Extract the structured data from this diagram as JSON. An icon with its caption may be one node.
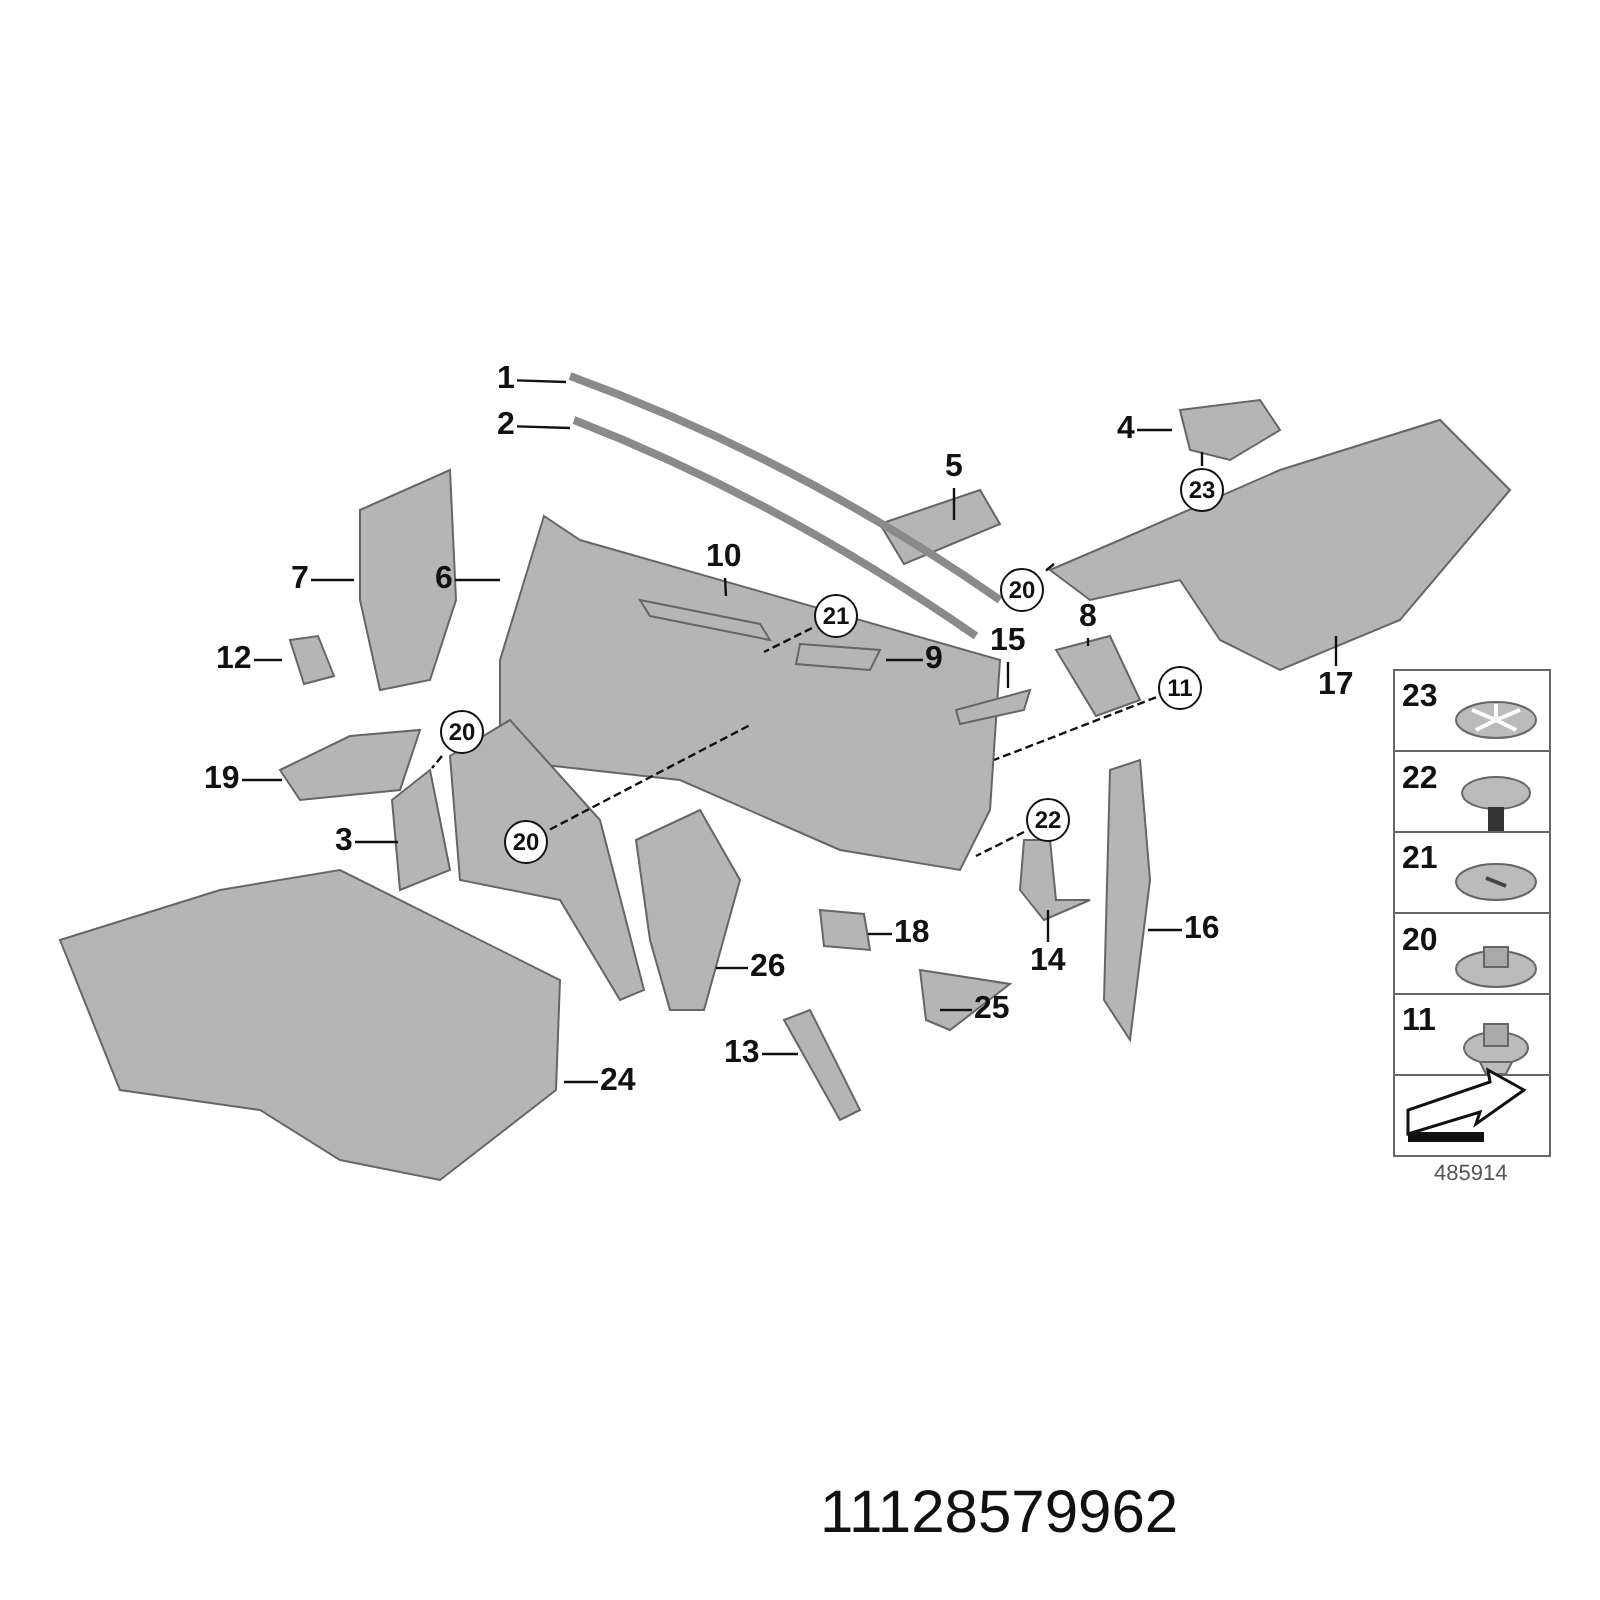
{
  "diagram": {
    "nodes": [
      {
        "text": [
          "1"
        ]
      },
      {
        "text": [
          "2"
        ]
      },
      {
        "text": [
          "5"
        ]
      },
      {
        "text": [
          "4"
        ]
      },
      {
        "text": [
          "23"
        ]
      },
      {
        "text": [
          "7"
        ]
      },
      {
        "text": [
          "6"
        ]
      },
      {
        "text": [
          "10"
        ]
      },
      {
        "text": [
          "21"
        ]
      },
      {
        "text": [
          "20"
        ]
      },
      {
        "text": [
          "8"
        ]
      },
      {
        "text": [
          "12"
        ]
      },
      {
        "text": [
          "9"
        ]
      },
      {
        "text": [
          "15"
        ]
      },
      {
        "text": [
          "11"
        ]
      },
      {
        "text": [
          "17"
        ]
      },
      {
        "text": [
          "20"
        ]
      },
      {
        "text": [
          "19"
        ]
      },
      {
        "text": [
          "3"
        ]
      },
      {
        "text": [
          "20"
        ]
      },
      {
        "text": [
          "22"
        ]
      },
      {
        "text": [
          "18"
        ]
      },
      {
        "text": [
          "14"
        ]
      },
      {
        "text": [
          "16"
        ]
      },
      {
        "text": [
          "26"
        ]
      },
      {
        "text": [
          "25"
        ]
      },
      {
        "text": [
          "24"
        ]
      },
      {
        "text": [
          "13"
        ]
      }
    ],
    "edges": [
      {
        "from": 0,
        "to": null,
        "arrow": "none"
      },
      {
        "from": 1,
        "to": null,
        "arrow": "none"
      },
      {
        "from": 2,
        "to": null,
        "arrow": "none"
      },
      {
        "from": 3,
        "to": null,
        "arrow": "none"
      },
      {
        "from": 4,
        "to": null,
        "arrow": "none"
      },
      {
        "from": 5,
        "to": null,
        "arrow": "none"
      },
      {
        "from": 6,
        "to": null,
        "arrow": "none"
      },
      {
        "from": 7,
        "to": null,
        "arrow": "none"
      },
      {
        "from": 8,
        "to": null,
        "arrow": "none",
        "style": "dashed"
      },
      {
        "from": 9,
        "to": null,
        "arrow": "none"
      },
      {
        "from": 10,
        "to": null,
        "arrow": "none"
      },
      {
        "from": 11,
        "to": null,
        "arrow": "none"
      },
      {
        "from": 12,
        "to": null,
        "arrow": "none"
      },
      {
        "from": 13,
        "to": null,
        "arrow": "none"
      },
      {
        "from": 14,
        "to": null,
        "arrow": "none",
        "style": "dashed"
      },
      {
        "from": 15,
        "to": null,
        "arrow": "none"
      },
      {
        "from": 16,
        "to": null,
        "arrow": "none",
        "style": "dashed"
      },
      {
        "from": 17,
        "to": null,
        "arrow": "none"
      },
      {
        "from": 18,
        "to": null,
        "arrow": "none"
      },
      {
        "from": 19,
        "to": null,
        "arrow": "none",
        "style": "dashed"
      },
      {
        "from": 20,
        "to": null,
        "arrow": "none",
        "style": "dashed"
      },
      {
        "from": 21,
        "to": null,
        "arrow": "none"
      },
      {
        "from": 22,
        "to": null,
        "arrow": "none"
      },
      {
        "from": 23,
        "to": null,
        "arrow": "none"
      },
      {
        "from": 24,
        "to": null,
        "arrow": "none"
      },
      {
        "from": 25,
        "to": null,
        "arrow": "none"
      },
      {
        "from": 26,
        "to": null,
        "arrow": "none"
      },
      {
        "from": 27,
        "to": null,
        "arrow": "none"
      }
    ],
    "labels": [
      "23",
      "22",
      "21",
      "20",
      "11",
      "485914",
      "11128579962"
    ]
  }
}
